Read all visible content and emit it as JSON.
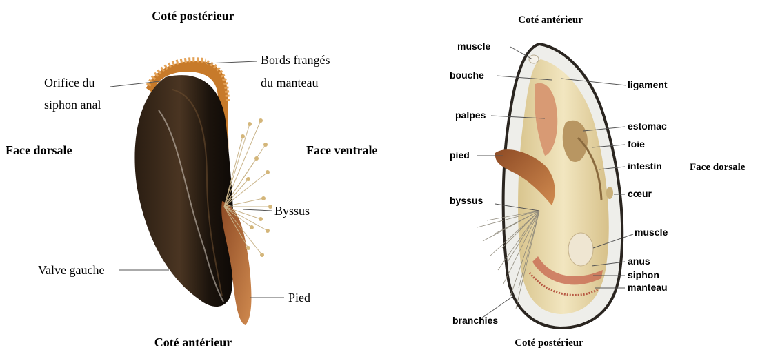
{
  "left_figure": {
    "top_label": "Coté postérieur",
    "bottom_label": "Coté antérieur",
    "left_label": "Face dorsale",
    "right_label": "Face ventrale",
    "annotations": {
      "orifice_line1": "Orifice du",
      "orifice_line2": "siphon anal",
      "bords_line1": "Bords frangés",
      "bords_line2": "du manteau",
      "byssus": "Byssus",
      "valve": "Valve gauche",
      "pied": "Pied"
    }
  },
  "right_figure": {
    "top_label": "Coté antérieur",
    "bottom_label": "Coté postérieur",
    "side_label": "Face dorsale",
    "annotations": {
      "muscle_top": "muscle",
      "bouche": "bouche",
      "palpes": "palpes",
      "pied": "pied",
      "byssus": "byssus",
      "branchies": "branchies",
      "ligament": "ligament",
      "estomac": "estomac",
      "foie": "foie",
      "intestin": "intestin",
      "coeur": "cœur",
      "muscle_bottom": "muscle",
      "anus": "anus",
      "siphon": "siphon",
      "manteau": "manteau"
    }
  },
  "colors": {
    "shell_dark": "#1e1610",
    "fringe": "#c77a2a",
    "foot": "#b86a3a",
    "inner_tan": "#e8d7a5",
    "leader": "#555555"
  }
}
